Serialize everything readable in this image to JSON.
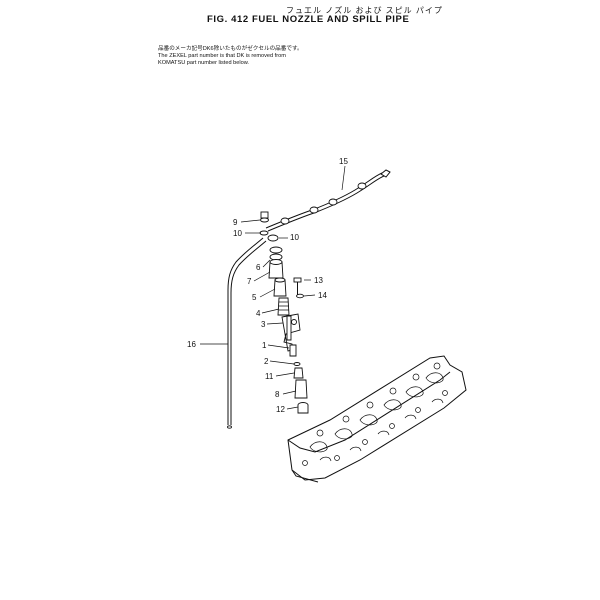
{
  "header": {
    "title_jp": "フュエル ノズル および スピル パイプ",
    "title": "FIG. 412  FUEL NOZZLE AND SPILL PIPE",
    "note_jp": "品番のメーカ記号DK6除いたものがゼクセルの品番です。",
    "note_line1": "The ZEXEL part number is that DK is removed from",
    "note_line2": "KOMATSU part number listed below."
  },
  "callouts": [
    {
      "id": "15",
      "label": "15"
    },
    {
      "id": "9",
      "label": "9"
    },
    {
      "id": "10a",
      "label": "10"
    },
    {
      "id": "10b",
      "label": "10"
    },
    {
      "id": "6",
      "label": "6"
    },
    {
      "id": "7",
      "label": "7"
    },
    {
      "id": "13",
      "label": "13"
    },
    {
      "id": "14",
      "label": "14"
    },
    {
      "id": "5",
      "label": "5"
    },
    {
      "id": "4",
      "label": "4"
    },
    {
      "id": "3",
      "label": "3"
    },
    {
      "id": "16",
      "label": "16"
    },
    {
      "id": "1",
      "label": "1"
    },
    {
      "id": "2",
      "label": "2"
    },
    {
      "id": "11",
      "label": "11"
    },
    {
      "id": "8",
      "label": "8"
    },
    {
      "id": "12",
      "label": "12"
    }
  ]
}
